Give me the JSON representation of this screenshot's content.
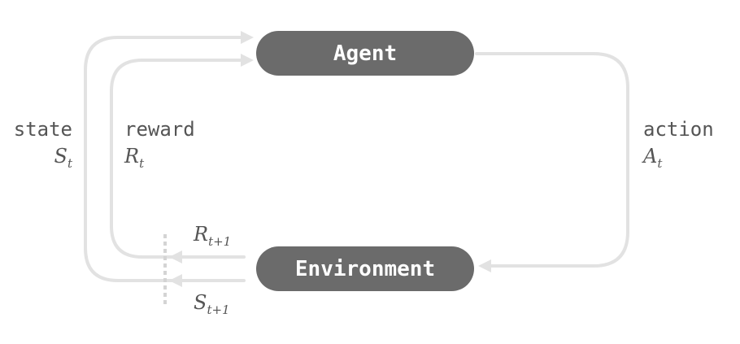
{
  "nodes": {
    "agent": "Agent",
    "environment": "Environment"
  },
  "signals": {
    "state_word": "state",
    "state_symbol": "S",
    "state_sub": "t",
    "reward_word": "reward",
    "reward_symbol": "R",
    "reward_sub": "t",
    "action_word": "action",
    "action_symbol": "A",
    "action_sub": "t",
    "next_reward_symbol": "R",
    "next_reward_sub": "t+1",
    "next_state_symbol": "S",
    "next_state_sub": "t+1"
  },
  "colors": {
    "node_fill": "#6b6b6b",
    "node_text": "#ffffff",
    "line": "#e2e2e2",
    "label": "#555555"
  }
}
